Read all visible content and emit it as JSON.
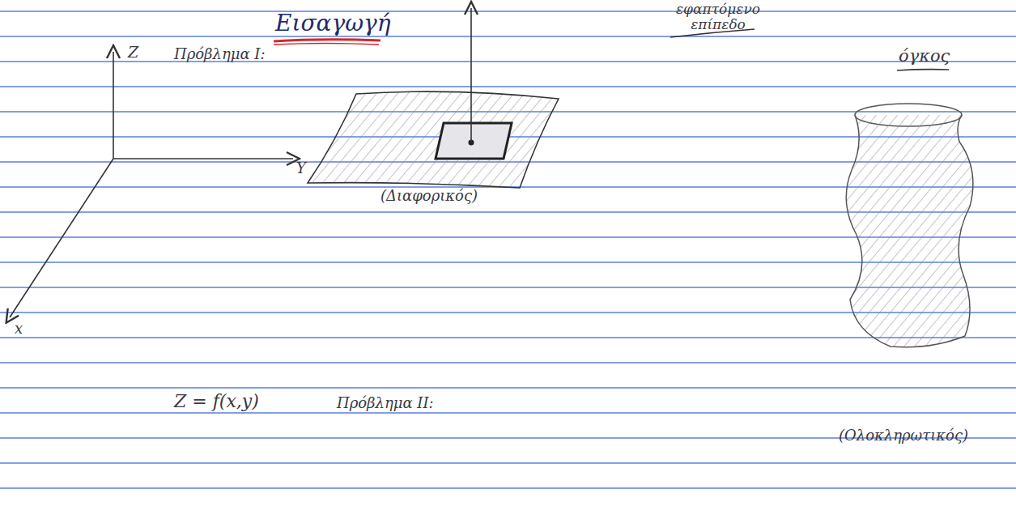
{
  "diagram": {
    "title": "Εισαγωγή",
    "labels": [
      "Πρόβλημα Ι:",
      "εφαπτόμενο επίπεδο",
      "όγκος",
      "Z",
      "Y",
      "x",
      "(Διαφορικός)",
      "Z = f(x,y)",
      "Πρόβλημα ΙΙ:",
      "(Ολοκληρωτικός)"
    ]
  }
}
